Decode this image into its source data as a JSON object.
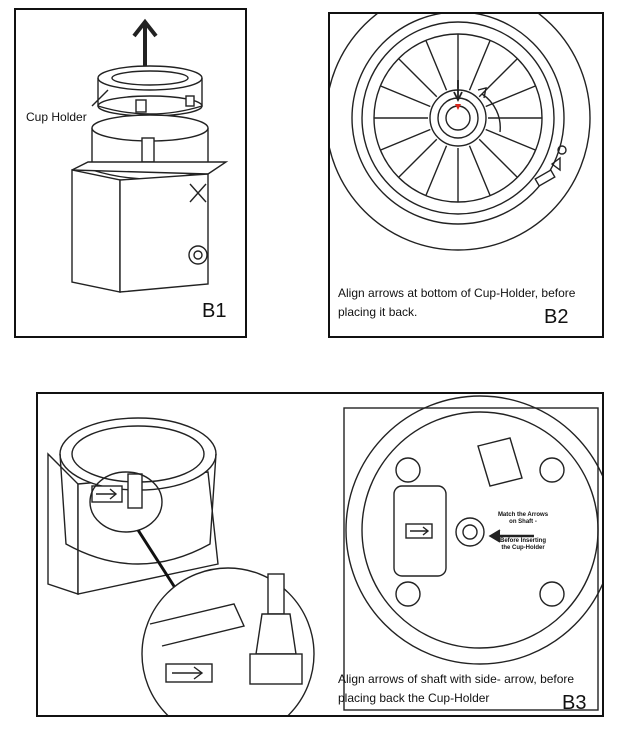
{
  "figures": {
    "b1": {
      "label": "B1",
      "callout": "Cup Holder"
    },
    "b2": {
      "label": "B2",
      "caption_line1": "Align arrows at bottom of Cup-Holder, before",
      "caption_line2": "placing it back."
    },
    "b3": {
      "label": "B3",
      "caption_line1": "Align arrows of shaft with side- arrow, before",
      "caption_line2": "placing back the Cup-Holder",
      "note_line1": "Match the Arrows",
      "note_line2": "on Shaft -",
      "note_line3": "Before Inserting",
      "note_line4": "the Cup-Holder"
    }
  },
  "colors": {
    "line": "#222222",
    "accent_red": "#d9261c"
  }
}
